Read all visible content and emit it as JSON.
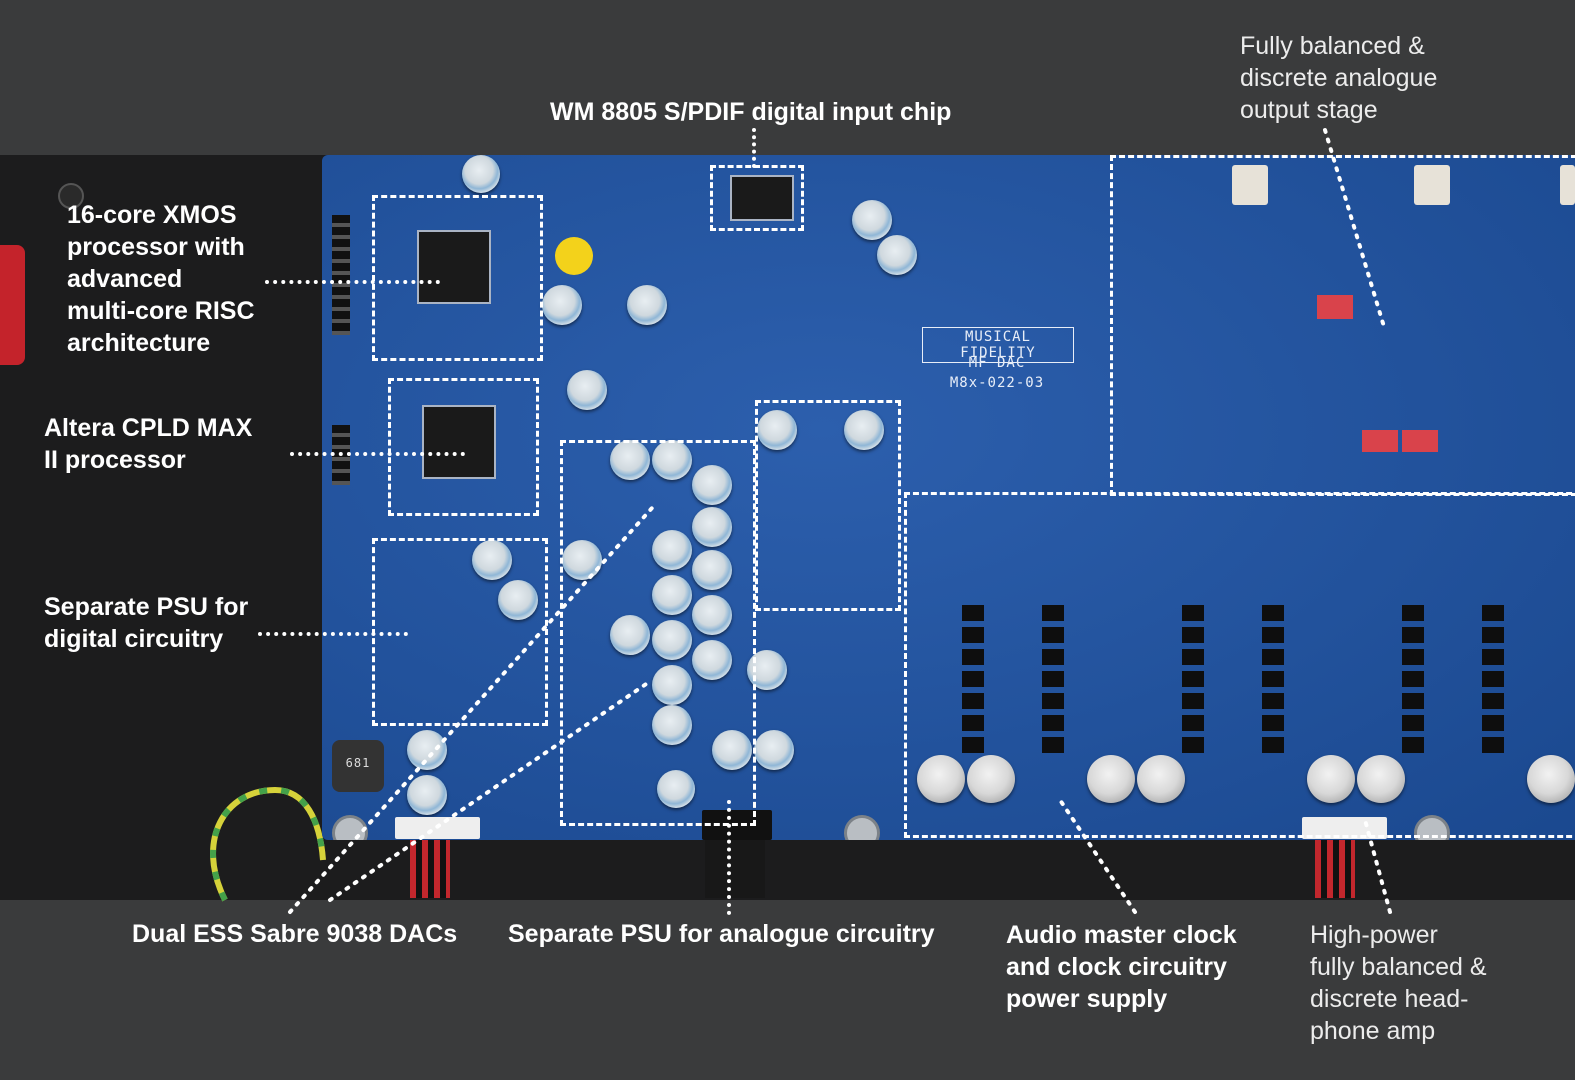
{
  "labels": {
    "wm8805": "WM 8805 S/PDIF digital input chip",
    "output_stage": "Fully balanced &\ndiscrete analogue\noutput stage",
    "xmos": "16-core XMOS\nprocessor with\nadvanced\nmulti-core RISC\narchitecture",
    "altera": "Altera CPLD MAX\nII processor",
    "psu_digital": "Separate PSU for\ndigital circuitry",
    "dacs": "Dual ESS Sabre 9038 DACs",
    "psu_analogue": "Separate PSU for analogue circuitry",
    "clock": "Audio master clock\nand clock circuitry\npower supply",
    "headphone": "High-power\nfully balanced &\ndiscrete head-\nphone amp"
  },
  "board_silk": {
    "brand": "MUSICAL FIDELITY",
    "model": "MF DAC",
    "part": "M8x-022-03",
    "inductor": "681"
  },
  "colors": {
    "background": "#3a3b3c",
    "pcb": "#1f55a8",
    "chassis": "#1c1c1d",
    "yellow_marker": "#f3d21b"
  }
}
